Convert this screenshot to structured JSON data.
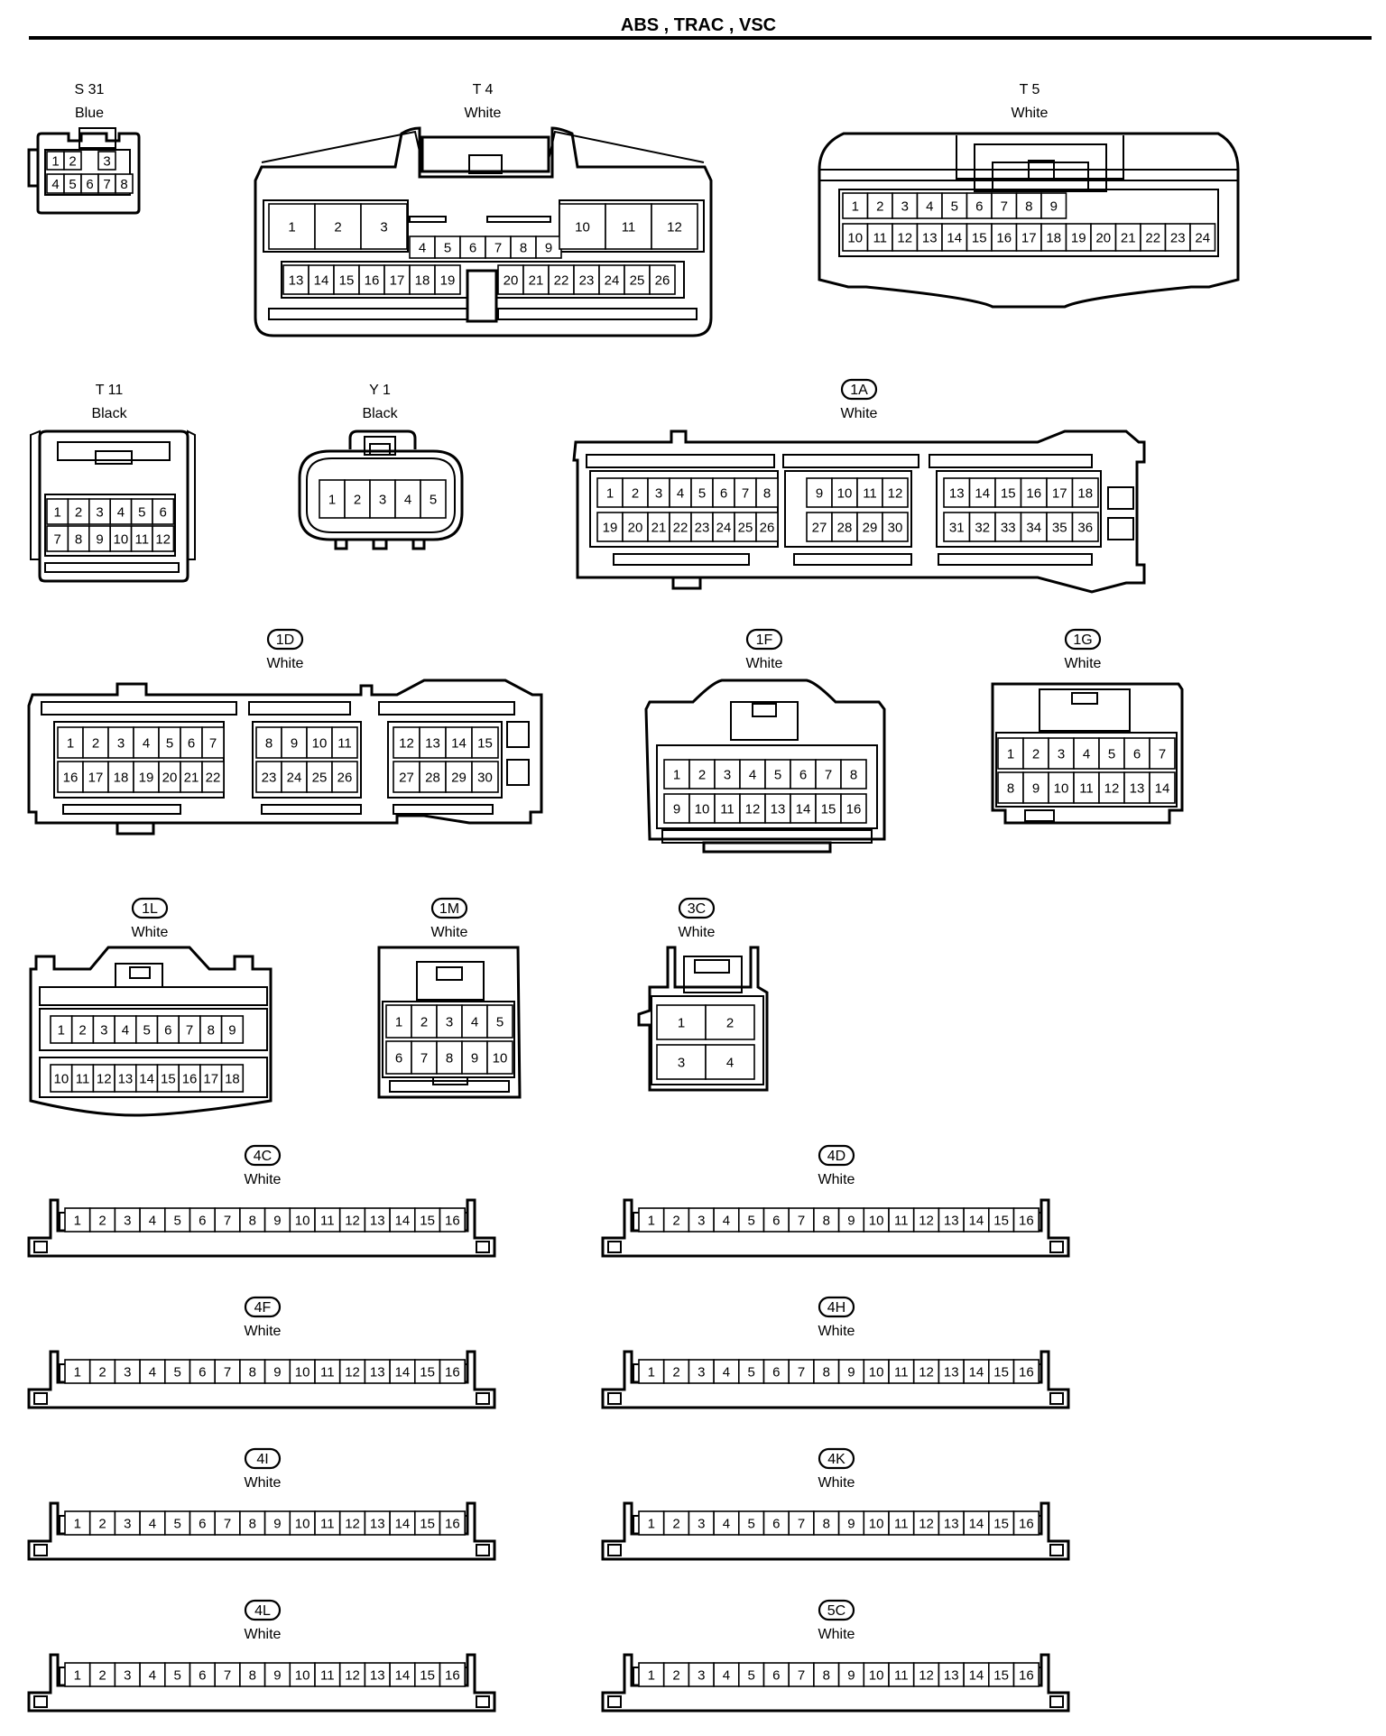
{
  "page": {
    "title": "ABS , TRAC , VSC"
  },
  "connectors": [
    {
      "id": "S31",
      "code": "S 31",
      "circled": false,
      "color": "Blue",
      "rows": [
        [
          "1",
          "2",
          "",
          "3"
        ],
        [
          "4",
          "5",
          "6",
          "7",
          "8"
        ]
      ]
    },
    {
      "id": "T4",
      "code": "T 4",
      "circled": false,
      "color": "White",
      "rows": [
        [
          "1",
          "2",
          "3"
        ],
        [
          "4",
          "5",
          "6",
          "7",
          "8",
          "9"
        ],
        [
          "10",
          "11",
          "12"
        ],
        [
          "13",
          "14",
          "15",
          "16",
          "17",
          "18",
          "19",
          "20",
          "21",
          "22",
          "23",
          "24",
          "25",
          "26"
        ]
      ]
    },
    {
      "id": "T5",
      "code": "T 5",
      "circled": false,
      "color": "White",
      "rows": [
        [
          "1",
          "2",
          "3",
          "4",
          "5",
          "6",
          "7",
          "8",
          "9"
        ],
        [
          "10",
          "11",
          "12",
          "13",
          "14",
          "15",
          "16",
          "17",
          "18",
          "19",
          "20",
          "21",
          "22",
          "23",
          "24"
        ]
      ]
    },
    {
      "id": "T11",
      "code": "T 11",
      "circled": false,
      "color": "Black",
      "rows": [
        [
          "1",
          "2",
          "3",
          "4",
          "5",
          "6"
        ],
        [
          "7",
          "8",
          "9",
          "10",
          "11",
          "12"
        ]
      ]
    },
    {
      "id": "Y1",
      "code": "Y 1",
      "circled": false,
      "color": "Black",
      "rows": [
        [
          "1",
          "2",
          "3",
          "4",
          "5"
        ]
      ]
    },
    {
      "id": "1A",
      "code": "1A",
      "circled": true,
      "color": "White",
      "rows": [
        [
          "1",
          "2",
          "3",
          "4",
          "5",
          "6",
          "7",
          "8"
        ],
        [
          "19",
          "20",
          "21",
          "22",
          "23",
          "24",
          "25",
          "26"
        ],
        [
          "9",
          "10",
          "11",
          "12"
        ],
        [
          "27",
          "28",
          "29",
          "30"
        ],
        [
          "13",
          "14",
          "15",
          "16",
          "17",
          "18"
        ],
        [
          "31",
          "32",
          "33",
          "34",
          "35",
          "36"
        ]
      ]
    },
    {
      "id": "1D",
      "code": "1D",
      "circled": true,
      "color": "White",
      "rows": [
        [
          "1",
          "2",
          "3",
          "4",
          "5",
          "6",
          "7"
        ],
        [
          "16",
          "17",
          "18",
          "19",
          "20",
          "21",
          "22"
        ],
        [
          "8",
          "9",
          "10",
          "11"
        ],
        [
          "23",
          "24",
          "25",
          "26"
        ],
        [
          "12",
          "13",
          "14",
          "15"
        ],
        [
          "27",
          "28",
          "29",
          "30"
        ]
      ]
    },
    {
      "id": "1F",
      "code": "1F",
      "circled": true,
      "color": "White",
      "rows": [
        [
          "1",
          "2",
          "3",
          "4",
          "5",
          "6",
          "7",
          "8"
        ],
        [
          "9",
          "10",
          "11",
          "12",
          "13",
          "14",
          "15",
          "16"
        ]
      ]
    },
    {
      "id": "1G",
      "code": "1G",
      "circled": true,
      "color": "White",
      "rows": [
        [
          "1",
          "2",
          "3",
          "4",
          "5",
          "6",
          "7"
        ],
        [
          "8",
          "9",
          "10",
          "11",
          "12",
          "13",
          "14"
        ]
      ]
    },
    {
      "id": "1L",
      "code": "1L",
      "circled": true,
      "color": "White",
      "rows": [
        [
          "1",
          "2",
          "3",
          "4",
          "5",
          "6",
          "7",
          "8",
          "9"
        ],
        [
          "10",
          "11",
          "12",
          "13",
          "14",
          "15",
          "16",
          "17",
          "18"
        ]
      ]
    },
    {
      "id": "1M",
      "code": "1M",
      "circled": true,
      "color": "White",
      "rows": [
        [
          "1",
          "2",
          "3",
          "4",
          "5"
        ],
        [
          "6",
          "7",
          "8",
          "9",
          "10"
        ]
      ]
    },
    {
      "id": "3C",
      "code": "3C",
      "circled": true,
      "color": "White",
      "rows": [
        [
          "1",
          "2"
        ],
        [
          "3",
          "4"
        ]
      ]
    },
    {
      "id": "4C",
      "code": "4C",
      "circled": true,
      "color": "White",
      "rows": [
        [
          "1",
          "2",
          "3",
          "4",
          "5",
          "6",
          "7",
          "8",
          "9",
          "10",
          "11",
          "12",
          "13",
          "14",
          "15",
          "16"
        ]
      ]
    },
    {
      "id": "4D",
      "code": "4D",
      "circled": true,
      "color": "White",
      "rows": [
        [
          "1",
          "2",
          "3",
          "4",
          "5",
          "6",
          "7",
          "8",
          "9",
          "10",
          "11",
          "12",
          "13",
          "14",
          "15",
          "16"
        ]
      ]
    },
    {
      "id": "4F",
      "code": "4F",
      "circled": true,
      "color": "White",
      "rows": [
        [
          "1",
          "2",
          "3",
          "4",
          "5",
          "6",
          "7",
          "8",
          "9",
          "10",
          "11",
          "12",
          "13",
          "14",
          "15",
          "16"
        ]
      ]
    },
    {
      "id": "4H",
      "code": "4H",
      "circled": true,
      "color": "White",
      "rows": [
        [
          "1",
          "2",
          "3",
          "4",
          "5",
          "6",
          "7",
          "8",
          "9",
          "10",
          "11",
          "12",
          "13",
          "14",
          "15",
          "16"
        ]
      ]
    },
    {
      "id": "4I",
      "code": "4I",
      "circled": true,
      "color": "White",
      "rows": [
        [
          "1",
          "2",
          "3",
          "4",
          "5",
          "6",
          "7",
          "8",
          "9",
          "10",
          "11",
          "12",
          "13",
          "14",
          "15",
          "16"
        ]
      ]
    },
    {
      "id": "4K",
      "code": "4K",
      "circled": true,
      "color": "White",
      "rows": [
        [
          "1",
          "2",
          "3",
          "4",
          "5",
          "6",
          "7",
          "8",
          "9",
          "10",
          "11",
          "12",
          "13",
          "14",
          "15",
          "16"
        ]
      ]
    },
    {
      "id": "4L",
      "code": "4L",
      "circled": true,
      "color": "White",
      "rows": [
        [
          "1",
          "2",
          "3",
          "4",
          "5",
          "6",
          "7",
          "8",
          "9",
          "10",
          "11",
          "12",
          "13",
          "14",
          "15",
          "16"
        ]
      ]
    },
    {
      "id": "5C",
      "code": "5C",
      "circled": true,
      "color": "White",
      "rows": [
        [
          "1",
          "2",
          "3",
          "4",
          "5",
          "6",
          "7",
          "8",
          "9",
          "10",
          "11",
          "12",
          "13",
          "14",
          "15",
          "16"
        ]
      ]
    }
  ]
}
